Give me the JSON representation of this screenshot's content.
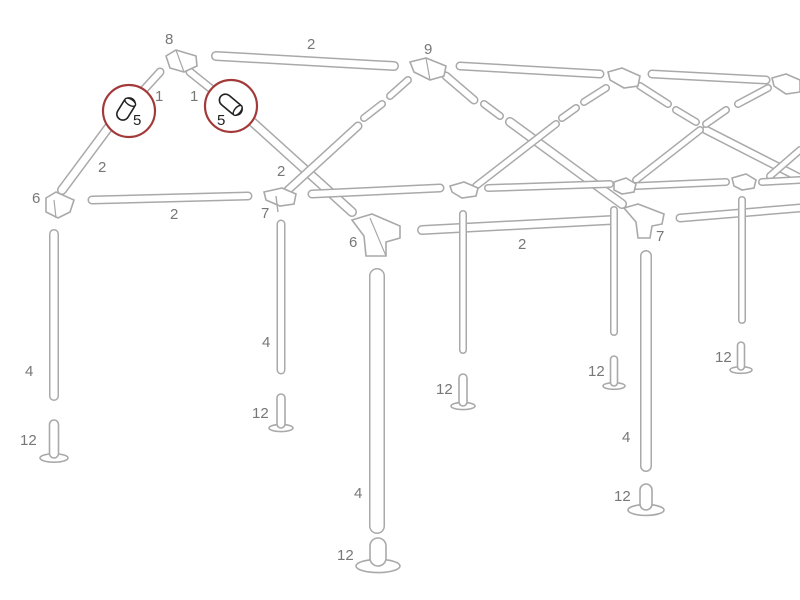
{
  "diagram": {
    "callouts": {
      "c8": "8",
      "c9": "9",
      "c1_left": "1",
      "c1_right": "1",
      "c5_left": "5",
      "c5_right": "5",
      "c2_top": "2",
      "c2_left_rafter": "2",
      "c2_left_eave": "2",
      "c2_mid_rafter": "2",
      "c2_front_eave": "2",
      "c6_left": "6",
      "c6_front": "6",
      "c7_left": "7",
      "c7_right": "7",
      "c4_left": "4",
      "c4_mid": "4",
      "c4_front": "4",
      "c4_right": "4",
      "c12_1": "12",
      "c12_2": "12",
      "c12_3": "12",
      "c12_4": "12",
      "c12_5": "12",
      "c12_6": "12",
      "c12_7": "12"
    },
    "colors": {
      "line": "#a9a9a9",
      "label": "#777777",
      "highlight": "#a33a3a",
      "highlight_part": "#222222"
    }
  }
}
